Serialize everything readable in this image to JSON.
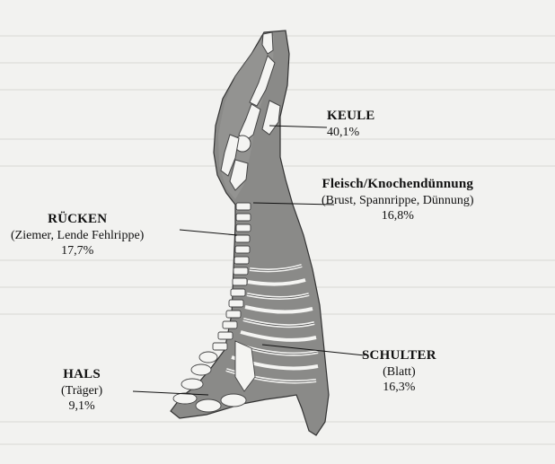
{
  "labels": {
    "keule": {
      "name": "KEULE",
      "percent": "40,1%"
    },
    "fleisch": {
      "name": "Fleisch/Knochendünnung",
      "detail": "(Brust, Spannrippe, Dünnung)",
      "percent": "16,8%"
    },
    "ruecken": {
      "name": "RÜCKEN",
      "detail": "(Ziemer, Lende Fehlrippe)",
      "percent": "17,7%"
    },
    "schulter": {
      "name": "SCHULTER",
      "detail": "(Blatt)",
      "percent": "16,3%"
    },
    "hals": {
      "name": "HALS",
      "detail": "(Träger)",
      "percent": "9,1%"
    }
  },
  "colors": {
    "carcass": "#8a8a88",
    "bone": "#f4f4f2",
    "background": "#f2f2f0",
    "text": "#111111"
  }
}
